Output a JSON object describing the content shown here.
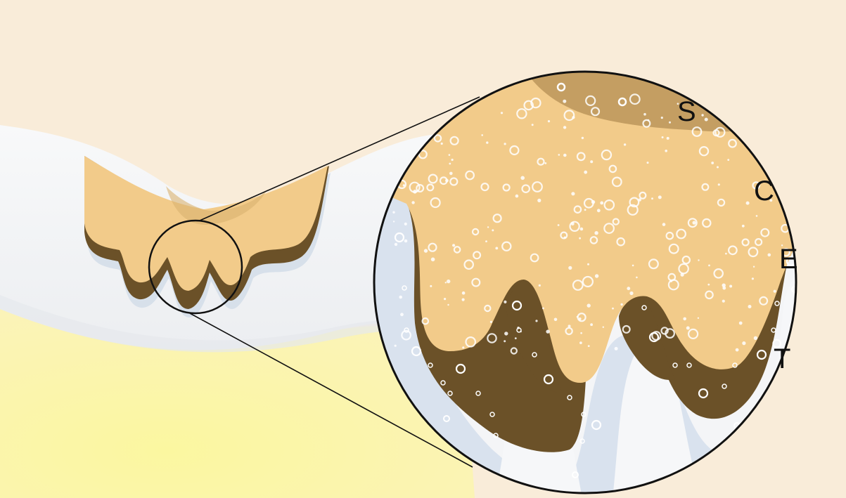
{
  "labels": {
    "s": "S",
    "c": "C",
    "e": "E",
    "t": "T"
  },
  "colors": {
    "background": "#f9ecd9",
    "enamel": "#f3f4f6",
    "enamel_shadow": "#e3e5e8",
    "dentin": "#fbf5a8",
    "lesion_light": "#f2cb8a",
    "lesion_dark": "#6b5128",
    "surface_layer": "#c49e62",
    "translucent_zone": "#d8e2ee",
    "outline": "#111111"
  }
}
